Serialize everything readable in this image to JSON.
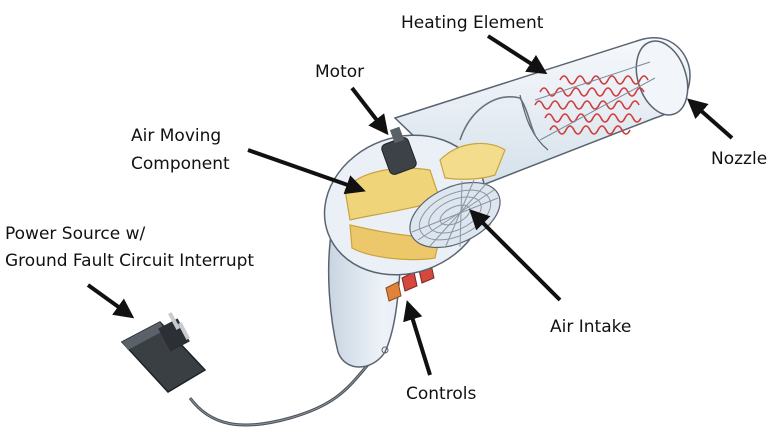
{
  "diagram": {
    "labels": {
      "heating_element": "Heating Element",
      "motor": "Motor",
      "air_moving_line1": "Air Moving",
      "air_moving_line2": "Component",
      "nozzle": "Nozzle",
      "power_line1": "Power Source w/",
      "power_line2": "Ground Fault Circuit Interrupt",
      "air_intake": "Air Intake",
      "controls": "Controls"
    }
  },
  "colors": {
    "outline": "#5a6470",
    "body": "#eef3f8",
    "body_shade": "#c9d6e3",
    "fan": "#f0d47a",
    "fan_dark": "#c9a43e",
    "coil": "#d23b3b",
    "control_orange": "#e0833a",
    "control_red": "#d4483d",
    "plug": "#3a3f44",
    "arrow": "#111111"
  }
}
